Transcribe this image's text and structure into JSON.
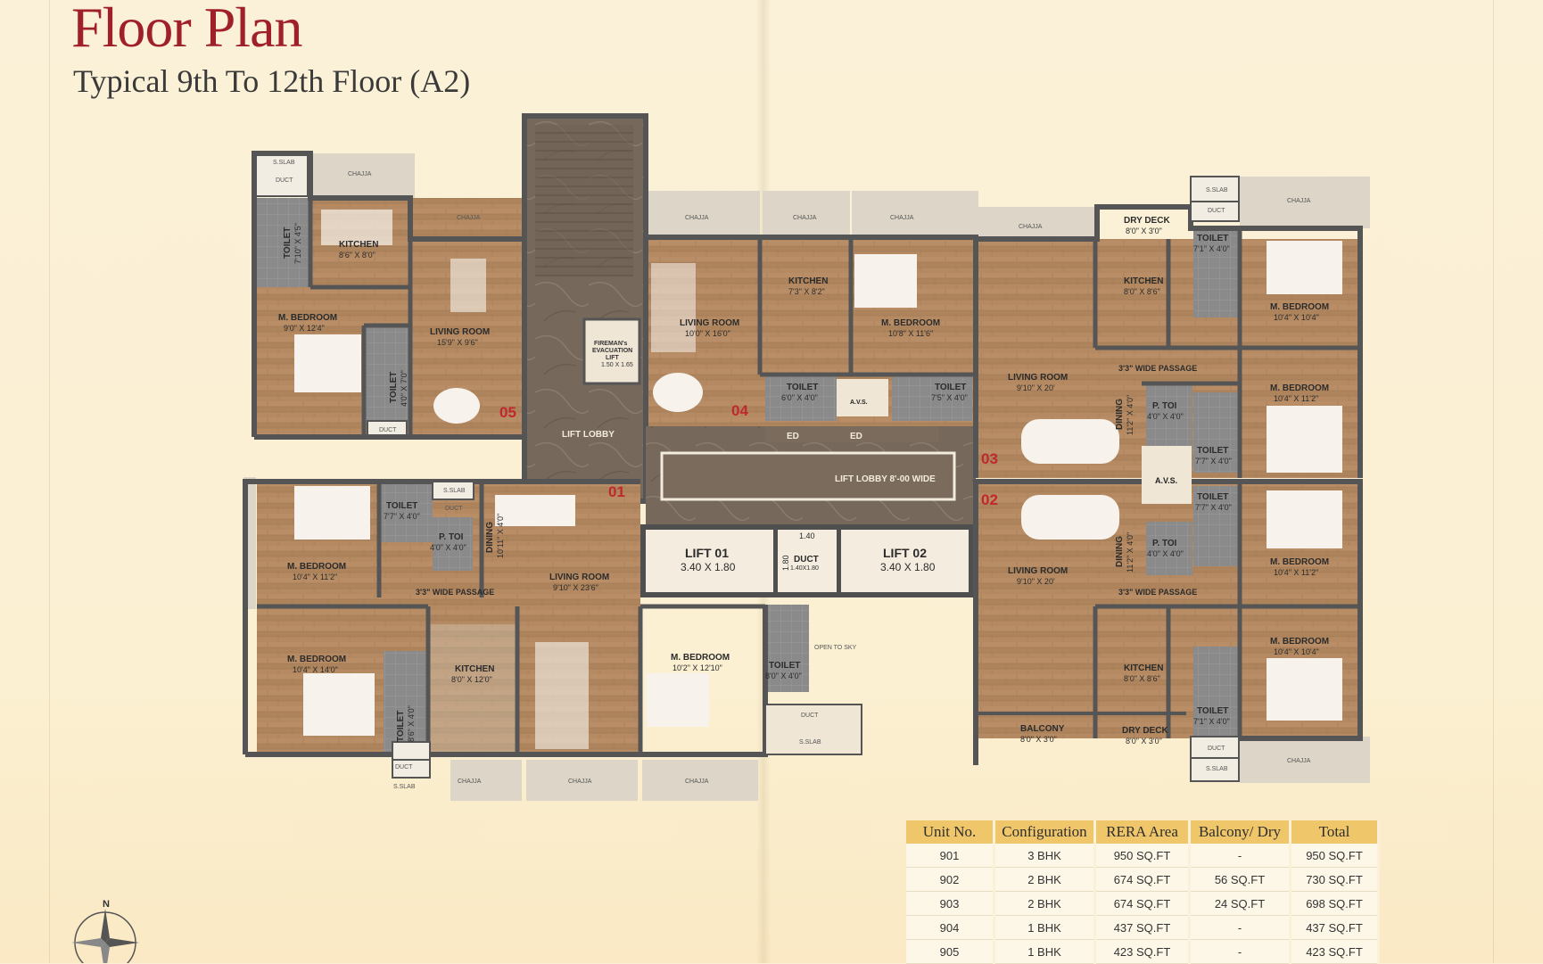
{
  "page": {
    "title": "Floor Plan",
    "subtitle": "Typical 9th To 12th Floor (A2)"
  },
  "plan": {
    "common": {
      "lift_lobby": "LIFT LOBBY",
      "lift_lobby_wide": "LIFT LOBBY 8'-00 WIDE",
      "fireman_lift": [
        "FIREMAN's",
        "EVACUATION",
        "LIFT"
      ],
      "fireman_lift_dim": "1.50 X 1.65",
      "lift1": {
        "label": "LIFT 01",
        "dim": "3.40 X 1.80"
      },
      "lift2": {
        "label": "LIFT 02",
        "dim": "3.40 X 1.80"
      },
      "duct": {
        "label": "DUCT",
        "dim": "1.40X1.80",
        "w": "1.40",
        "h": "1.80"
      },
      "avs": "A.V.S.",
      "ed": "ED",
      "open_to_sky": "OPEN TO SKY",
      "chajja": "CHAJJA",
      "s_slab": "S.SLAB",
      "duct_small": "DUCT",
      "passage": "3'3\" WIDE PASSAGE"
    },
    "unit01": {
      "number": "01",
      "rooms": {
        "mbed1": {
          "name": "M. BEDROOM",
          "dim": "10'4\" X 11'2\""
        },
        "mbed2": {
          "name": "M. BEDROOM",
          "dim": "10'4\" X 14'0\""
        },
        "toilet1": {
          "name": "TOILET",
          "dim": "7'7\" X 4'0\""
        },
        "ptoi": {
          "name": "P. TOI",
          "dim": "4'0\" X 4'0\""
        },
        "dining": {
          "name": "DINING",
          "dim": "10'11\" X 4'0\""
        },
        "living": {
          "name": "LIVING ROOM",
          "dim": "9'10\" X 23'6\""
        },
        "kitchen": {
          "name": "KITCHEN",
          "dim": "8'0\" X 12'0\""
        },
        "mbed3": {
          "name": "M. BEDROOM",
          "dim": "10'2\" X 12'10\""
        },
        "toilet2": {
          "name": "TOILET",
          "dim": "8'6\" X 4'0\""
        },
        "toilet3": {
          "name": "TOILET",
          "dim": "8'0\" X 4'0\""
        }
      }
    },
    "unit02": {
      "number": "02",
      "rooms": {
        "living": {
          "name": "LIVING ROOM",
          "dim": "9'10\" X 20'"
        },
        "dining": {
          "name": "DINING",
          "dim": "11'2\" X 4'0\""
        },
        "ptoi": {
          "name": "P. TOI",
          "dim": "4'0\" X 4'0\""
        },
        "toilet1": {
          "name": "TOILET",
          "dim": "7'7\" X 4'0\""
        },
        "mbed1": {
          "name": "M. BEDROOM",
          "dim": "10'4\" X 11'2\""
        },
        "mbed2": {
          "name": "M. BEDROOM",
          "dim": "10'4\" X 10'4\""
        },
        "kitchen": {
          "name": "KITCHEN",
          "dim": "8'0\" X 8'6\""
        },
        "toilet2": {
          "name": "TOILET",
          "dim": "7'1\" X 4'0\""
        },
        "balcony": {
          "name": "BALCONY",
          "dim": "8'0\" X 3'0\""
        },
        "drydeck": {
          "name": "DRY DECK",
          "dim": "8'0\" X 3'0\""
        }
      }
    },
    "unit03": {
      "number": "03",
      "rooms": {
        "drydeck": {
          "name": "DRY DECK",
          "dim": "8'0\" X 3'0\""
        },
        "kitchen": {
          "name": "KITCHEN",
          "dim": "8'0\" X 8'6\""
        },
        "toilet1": {
          "name": "TOILET",
          "dim": "7'1\" X 4'0\""
        },
        "mbed1": {
          "name": "M. BEDROOM",
          "dim": "10'4\" X 10'4\""
        },
        "living": {
          "name": "LIVING ROOM",
          "dim": "9'10\" X 20'"
        },
        "dining": {
          "name": "DINING",
          "dim": "11'2\" X 4'0\""
        },
        "ptoi": {
          "name": "P. TOI",
          "dim": "4'0\" X 4'0\""
        },
        "toilet2": {
          "name": "TOILET",
          "dim": "7'7\" X 4'0\""
        },
        "mbed2": {
          "name": "M. BEDROOM",
          "dim": "10'4\" X 11'2\""
        }
      }
    },
    "unit04": {
      "number": "04",
      "rooms": {
        "living": {
          "name": "LIVING ROOM",
          "dim": "10'0\" X 16'0\""
        },
        "kitchen": {
          "name": "KITCHEN",
          "dim": "7'3\" X 8'2\""
        },
        "mbed": {
          "name": "M. BEDROOM",
          "dim": "10'8\" X 11'6\""
        },
        "toilet1": {
          "name": "TOILET",
          "dim": "6'0\" X 4'0\""
        },
        "toilet2": {
          "name": "TOILET",
          "dim": "7'5\" X 4'0\""
        }
      }
    },
    "unit05": {
      "number": "05",
      "rooms": {
        "toilet1": {
          "name": "TOILET",
          "dim": "7'10\" X 4'5\""
        },
        "kitchen": {
          "name": "KITCHEN",
          "dim": "8'6\" X 8'0\""
        },
        "mbed": {
          "name": "M. BEDROOM",
          "dim": "9'0\" X 12'4\""
        },
        "toilet2": {
          "name": "TOILET",
          "dim": "4'0\" X 7'0\""
        },
        "living": {
          "name": "LIVING ROOM",
          "dim": "15'9\" X 9'6\""
        }
      }
    }
  },
  "table": {
    "headers": [
      "Unit No.",
      "Configuration",
      "RERA Area",
      "Balcony/ Dry",
      "Total"
    ],
    "rows": [
      [
        "901",
        "3 BHK",
        "950 SQ.FT",
        "-",
        "950 SQ.FT"
      ],
      [
        "902",
        "2 BHK",
        "674 SQ.FT",
        "56 SQ.FT",
        "730 SQ.FT"
      ],
      [
        "903",
        "2 BHK",
        "674 SQ.FT",
        "24 SQ.FT",
        "698 SQ.FT"
      ],
      [
        "904",
        "1 BHK",
        "437 SQ.FT",
        "-",
        "437 SQ.FT"
      ],
      [
        "905",
        "1 BHK",
        "423 SQ.FT",
        "-",
        "423 SQ.FT"
      ]
    ]
  },
  "compass": {
    "north": "N"
  },
  "colors": {
    "title": "#a0202a",
    "header_bg": "#f0c66b",
    "wood": "#b08660",
    "wall": "#555555",
    "stone": "#7a6a5a"
  }
}
